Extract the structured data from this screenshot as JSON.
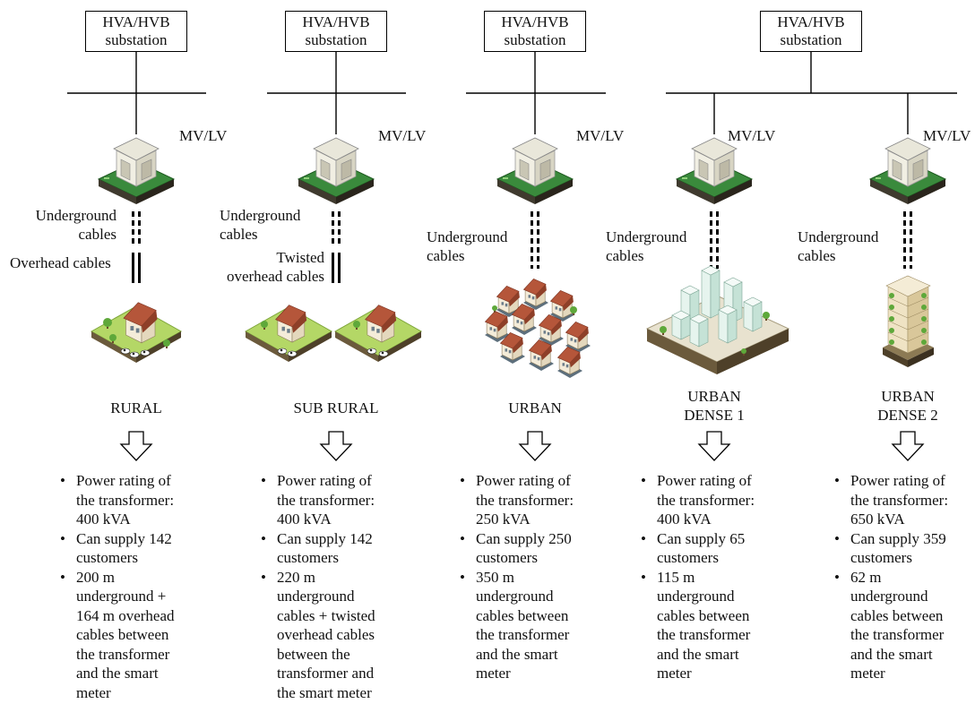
{
  "columns": [
    {
      "substation": "HVA/HVB\nsubstation",
      "mvlv": "MV/LV",
      "cable_upper": "Underground\ncables",
      "cable_lower": "Overhead cables",
      "area": "RURAL",
      "bullets": [
        "Power rating of\nthe transformer:\n400 kVA",
        "Can supply 142\ncustomers",
        "200 m\nunderground +\n164 m  overhead\ncables between\nthe transformer\nand the smart\nmeter"
      ]
    },
    {
      "substation": "HVA/HVB\nsubstation",
      "mvlv": "MV/LV",
      "cable_upper": "Underground\ncables",
      "cable_lower": "Twisted\noverhead cables",
      "area": "SUB RURAL",
      "bullets": [
        "Power rating of\nthe transformer:\n400 kVA",
        "Can supply 142\ncustomers",
        "220 m\nunderground\ncables + twisted\noverhead cables\nbetween the\ntransformer and\nthe smart meter"
      ]
    },
    {
      "substation": "HVA/HVB\nsubstation",
      "mvlv": "MV/LV",
      "cable_upper": "Underground\ncables",
      "area": "URBAN",
      "bullets": [
        "Power rating of\nthe transformer:\n250 kVA",
        "Can supply 250\ncustomers",
        "350 m\nunderground\ncables between\nthe transformer\nand the smart\nmeter"
      ]
    },
    {
      "mvlv": "MV/LV",
      "cable_upper": "Underground\ncables",
      "area": "URBAN\nDENSE 1",
      "bullets": [
        "Power rating of\nthe transformer:\n400 kVA",
        "Can supply 65\ncustomers",
        "115 m\nunderground\ncables between\nthe transformer\nand the smart\nmeter"
      ]
    },
    {
      "mvlv": "MV/LV",
      "cable_upper": "Underground\ncables",
      "area": "URBAN\nDENSE 2",
      "bullets": [
        "Power rating of\nthe transformer:\n650 kVA",
        "Can supply 359\ncustomers",
        "62 m\nunderground\ncables between\nthe transformer\nand the smart\nmeter"
      ]
    }
  ],
  "shared_substation": "HVA/HVB\nsubstation",
  "colors": {
    "line": "#000000",
    "kiosk_base_green": "#2f7a34",
    "kiosk_roof": "#e8e6d8",
    "house_roof": "#b5563a",
    "grass": "#a9cf5a",
    "building_glass": "#dff2ea"
  }
}
